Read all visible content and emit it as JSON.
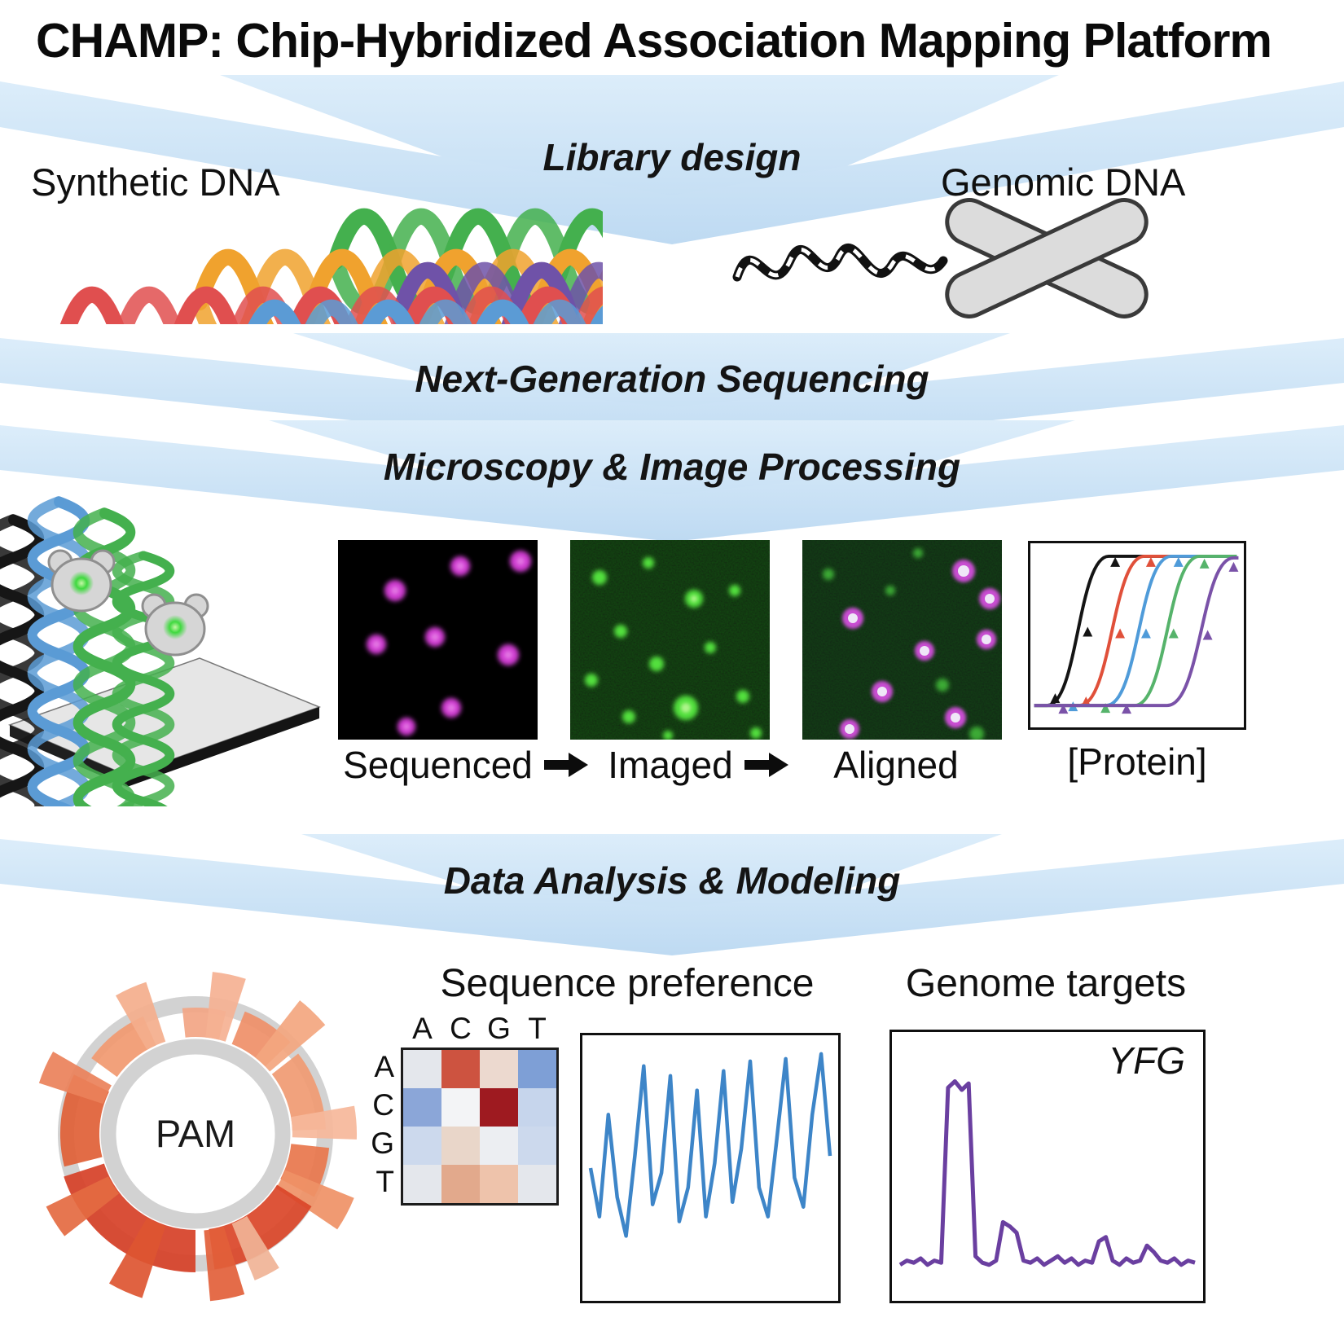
{
  "title": "CHAMP: Chip-Hybridized Association Mapping Platform",
  "stages": {
    "library_design": "Library design",
    "sequencing": "Next-Generation Sequencing",
    "microscopy": "Microscopy & Image Processing",
    "analysis": "Data Analysis & Modeling"
  },
  "library": {
    "synthetic_label": "Synthetic DNA",
    "genomic_label": "Genomic DNA",
    "helix_colors": [
      "#e04f4f",
      "#f0a22e",
      "#44b04e",
      "#5b9bd5",
      "#6f52a8"
    ]
  },
  "imaging": {
    "steps": [
      "Sequenced",
      "Imaged",
      "Aligned"
    ],
    "protein_axis_label": "[Protein]",
    "curve_colors": [
      "#141414",
      "#e0503a",
      "#4f9bd9",
      "#56b36b",
      "#7a52a8"
    ]
  },
  "analysis_outputs": {
    "pam": {
      "label": "PAM",
      "ring_color": "#d2d2d2",
      "wedges": [
        {
          "start": -6,
          "end": 14,
          "inner": 119,
          "outer": 155,
          "color": "#f2a584"
        },
        {
          "start": 6,
          "end": 18,
          "inner": 119,
          "outer": 200,
          "color": "#f5b193"
        },
        {
          "start": 22,
          "end": 46,
          "inner": 119,
          "outer": 162,
          "color": "#ef8f68"
        },
        {
          "start": 38,
          "end": 50,
          "inner": 119,
          "outer": 208,
          "color": "#f3a67f"
        },
        {
          "start": 52,
          "end": 88,
          "inner": 119,
          "outer": 160,
          "color": "#f09a72"
        },
        {
          "start": 80,
          "end": 92,
          "inner": 119,
          "outer": 198,
          "color": "#f6b79a"
        },
        {
          "start": 96,
          "end": 118,
          "inner": 118,
          "outer": 165,
          "color": "#e8764c"
        },
        {
          "start": 112,
          "end": 124,
          "inner": 119,
          "outer": 210,
          "color": "#ef9166"
        },
        {
          "start": 122,
          "end": 172,
          "inner": 118,
          "outer": 168,
          "color": "#da4528"
        },
        {
          "start": 148,
          "end": 158,
          "inner": 119,
          "outer": 194,
          "color": "#f0b396"
        },
        {
          "start": 163,
          "end": 175,
          "inner": 119,
          "outer": 206,
          "color": "#e2603a"
        },
        {
          "start": 180,
          "end": 252,
          "inner": 118,
          "outer": 170,
          "color": "#d64027"
        },
        {
          "start": 198,
          "end": 210,
          "inner": 119,
          "outer": 212,
          "color": "#dd5531"
        },
        {
          "start": 232,
          "end": 244,
          "inner": 119,
          "outer": 204,
          "color": "#e46a41"
        },
        {
          "start": 256,
          "end": 296,
          "inner": 118,
          "outer": 166,
          "color": "#e06036"
        },
        {
          "start": 288,
          "end": 300,
          "inner": 119,
          "outer": 202,
          "color": "#ea815a"
        },
        {
          "start": 306,
          "end": 336,
          "inner": 119,
          "outer": 158,
          "color": "#f19970"
        },
        {
          "start": 330,
          "end": 342,
          "inner": 119,
          "outer": 196,
          "color": "#f4ae8c"
        }
      ]
    },
    "sequence_preference": {
      "title": "Sequence preference",
      "columns": [
        "A",
        "C",
        "G",
        "T"
      ],
      "rows": [
        "A",
        "C",
        "G",
        "T"
      ],
      "matrix_colors": [
        [
          "#e4e7ec",
          "#cd5340",
          "#ecd9cf",
          "#7e9fd6"
        ],
        [
          "#8ba6d8",
          "#f3f4f6",
          "#9e1a20",
          "#c6d5ec"
        ],
        [
          "#ccd9ed",
          "#e9d6c9",
          "#eceef2",
          "#ccd9ed"
        ],
        [
          "#e4e7ec",
          "#e2a98c",
          "#eec3ab",
          "#e4e7ec"
        ]
      ],
      "profile": {
        "color": "#3d85c8",
        "heights": [
          0.5,
          0.3,
          0.72,
          0.38,
          0.22,
          0.55,
          0.92,
          0.35,
          0.48,
          0.88,
          0.28,
          0.42,
          0.82,
          0.3,
          0.52,
          0.9,
          0.36,
          0.58,
          0.94,
          0.42,
          0.3,
          0.62,
          0.95,
          0.46,
          0.34,
          0.72,
          0.97,
          0.55
        ]
      }
    },
    "genome_targets": {
      "title": "Genome targets",
      "gene_label": "YFG",
      "track": {
        "color": "#6a3fa0",
        "heights": [
          0.1,
          0.12,
          0.11,
          0.13,
          0.1,
          0.12,
          0.11,
          0.93,
          0.96,
          0.92,
          0.95,
          0.14,
          0.11,
          0.1,
          0.12,
          0.3,
          0.28,
          0.25,
          0.12,
          0.11,
          0.13,
          0.1,
          0.12,
          0.14,
          0.11,
          0.13,
          0.1,
          0.12,
          0.11,
          0.21,
          0.23,
          0.12,
          0.1,
          0.13,
          0.11,
          0.12,
          0.19,
          0.16,
          0.12,
          0.11,
          0.13,
          0.1,
          0.12,
          0.11
        ]
      }
    }
  }
}
